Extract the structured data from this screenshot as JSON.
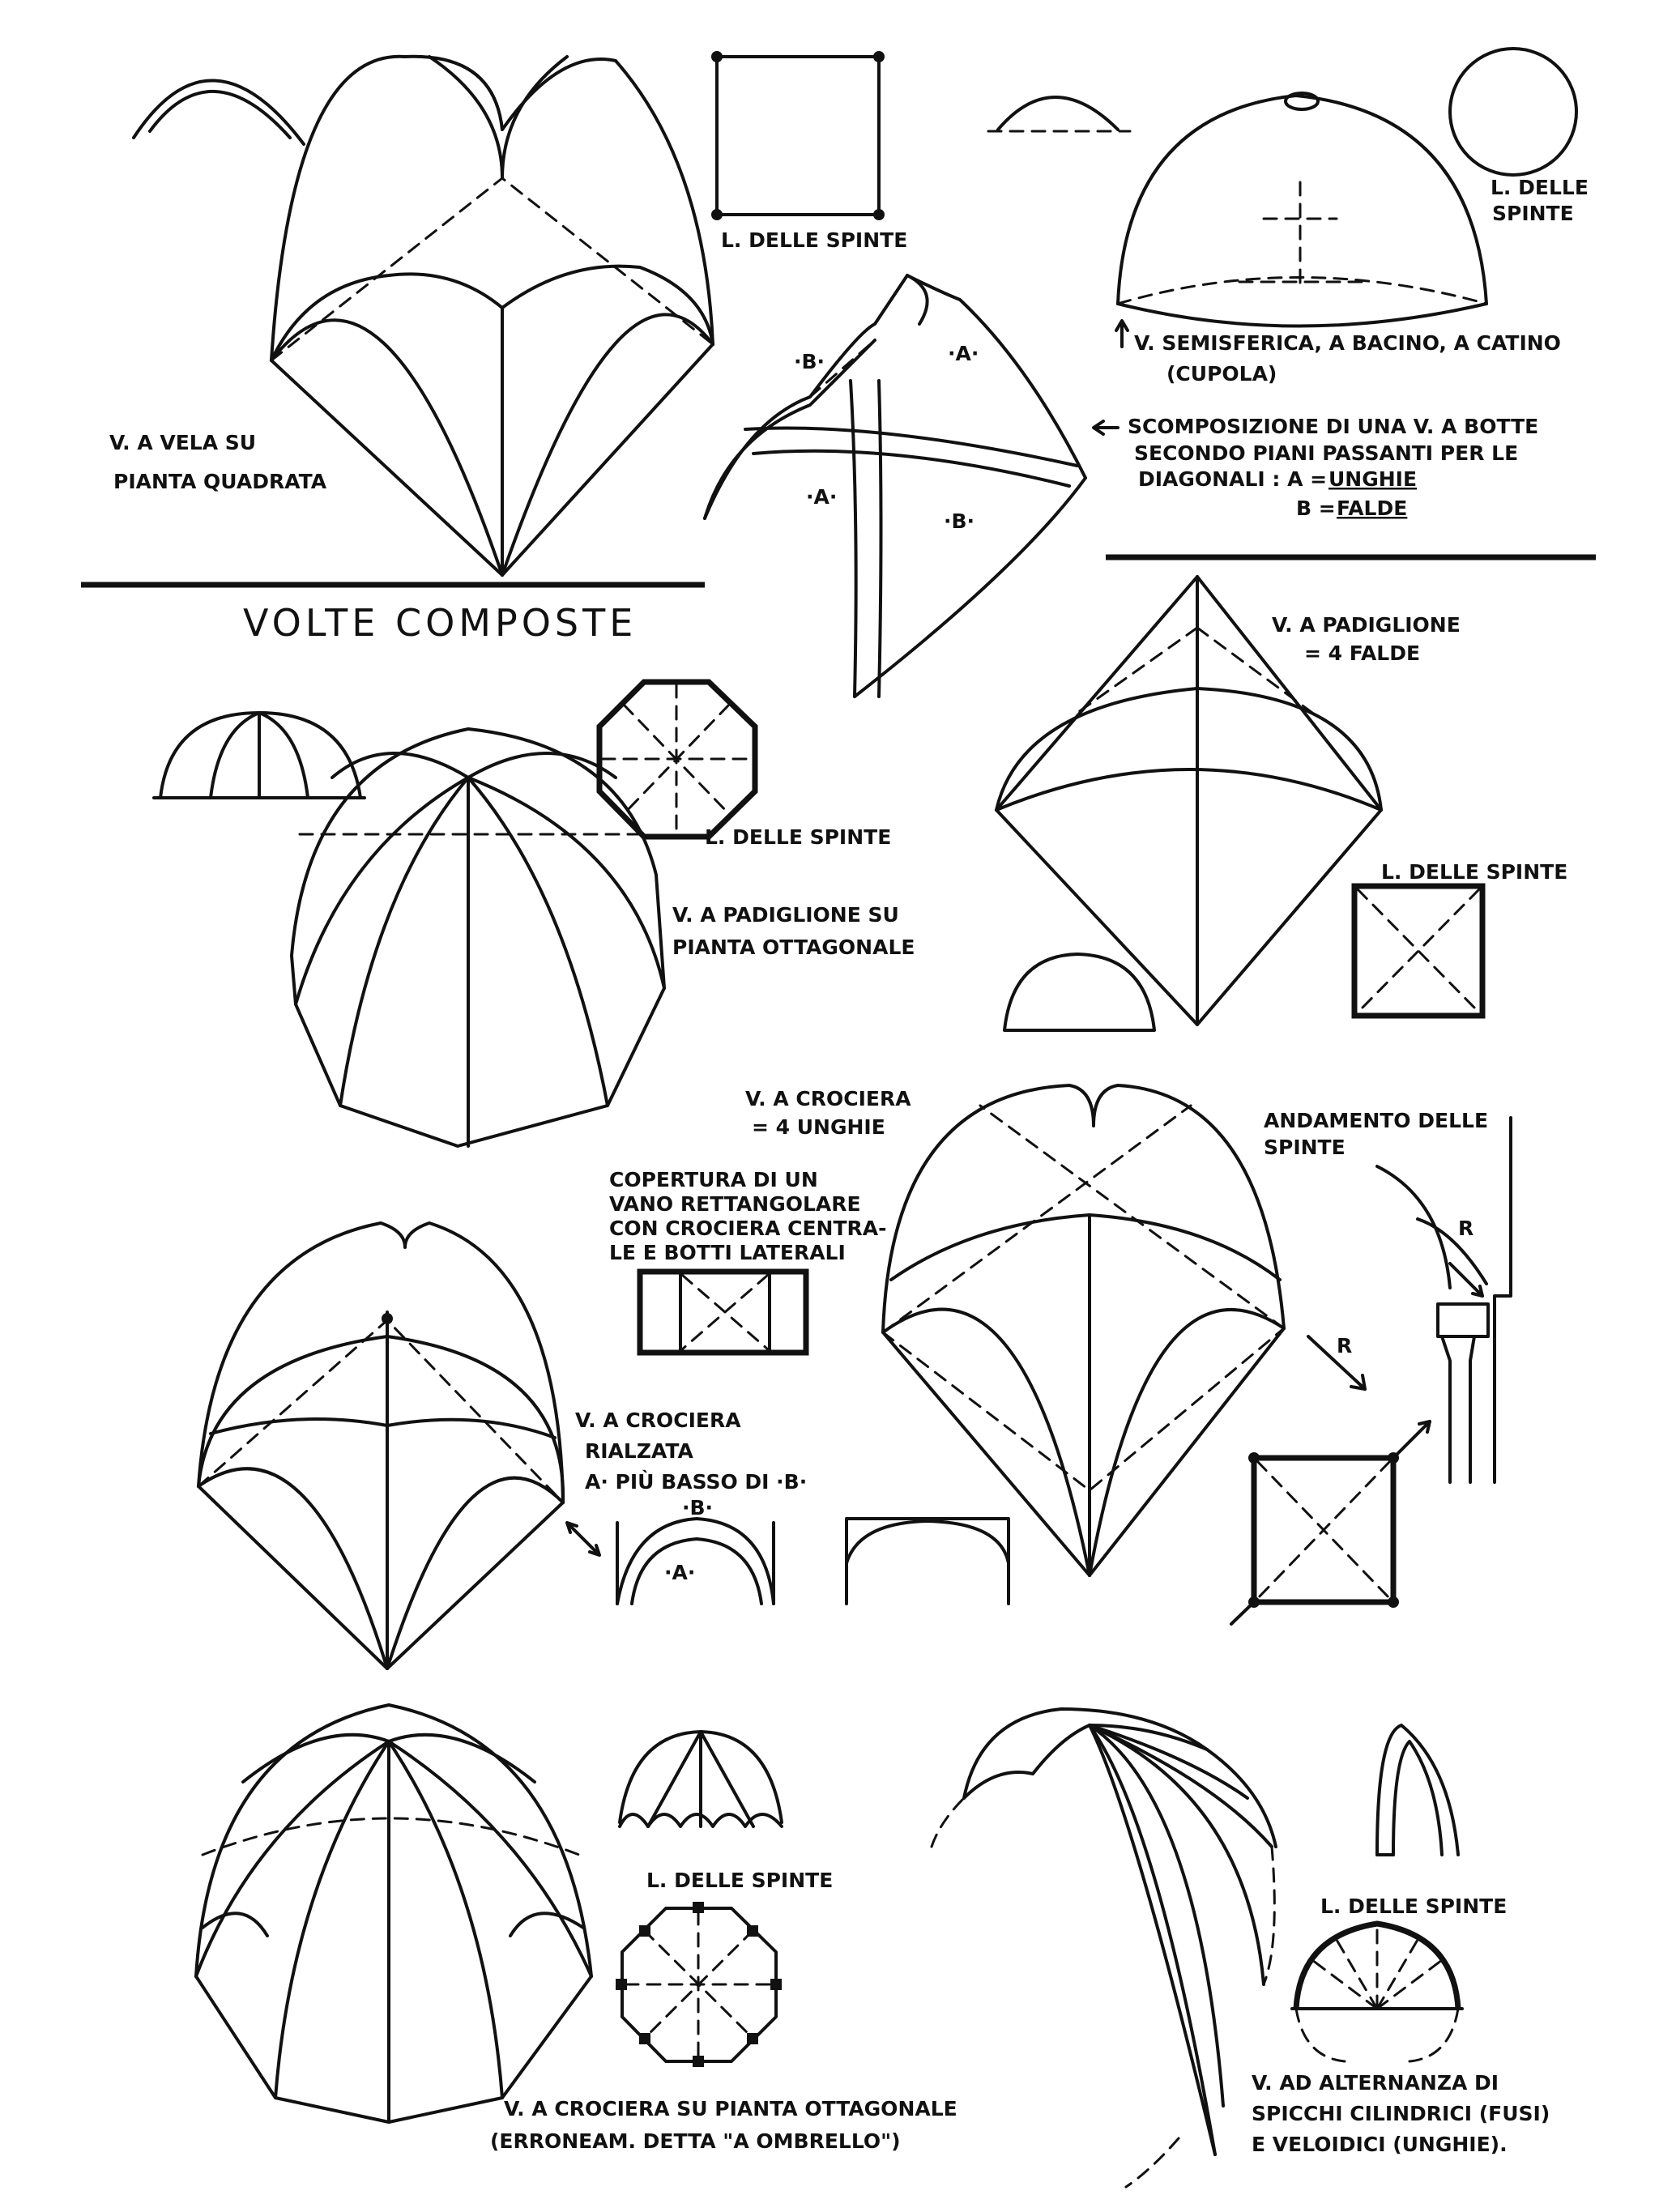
{
  "section_title": "VOLTE COMPOSTE",
  "labels": {
    "vela": [
      "V. A VELA SU",
      "PIANTA QUADRATA"
    ],
    "spinte_square": "L. DELLE SPINTE",
    "emisferica": "V. SEMISFERICA, A BACINO, A CATINO",
    "cupola": "(CUPOLA)",
    "spinte_circle": [
      "L. DELLE",
      "SPINTE"
    ],
    "scomposizione": [
      "SCOMPOSIZIONE DI UNA V. A BOTTE",
      "SECONDO PIANI PASSANTI PER LE",
      "DIAGONALI :  A ="
    ],
    "unghie_word": "UNGHIE",
    "falde_prefix": "B =",
    "falde_word": "FALDE",
    "part_a": "·A·",
    "part_b": "·B·",
    "padiglione_falde": [
      "V. A PADIGLIONE",
      "= 4 FALDE"
    ],
    "spinte_oct": "L. DELLE SPINTE",
    "padiglione_ottagonale": [
      "V. A PADIGLIONE SU",
      "PIANTA OTTAGONALE"
    ],
    "spinte_padiglione": "L. DELLE SPINTE",
    "crociera_unghie": [
      "V. A CROCIERA",
      "= 4 UNGHIE"
    ],
    "andamento": [
      "ANDAMENTO DELLE",
      "SPINTE"
    ],
    "copertura": [
      "COPERTURA DI UN",
      "VANO RETTANGOLARE",
      "CON CROCIERA CENTRA-",
      "LE E BOTTI LATERALI"
    ],
    "rialzata": [
      "V. A CROCIERA",
      "RIALZATA",
      "A· PIÙ BASSO DI ·B·"
    ],
    "force_r": "R",
    "spinte_oct_crociera": "L. DELLE SPINTE",
    "ombrello": [
      "V. A CROCIERA SU PIANTA OTTAGONALE",
      "(ERRONEAM. DETTA \"A OMBRELLO\")"
    ],
    "spinte_semicircle": "L. DELLE SPINTE",
    "alternanza": [
      "V. AD ALTERNANZA DI",
      "SPICCHI CILINDRICI (FUSI)",
      "E VELOIDICI (UNGHIE)."
    ]
  }
}
